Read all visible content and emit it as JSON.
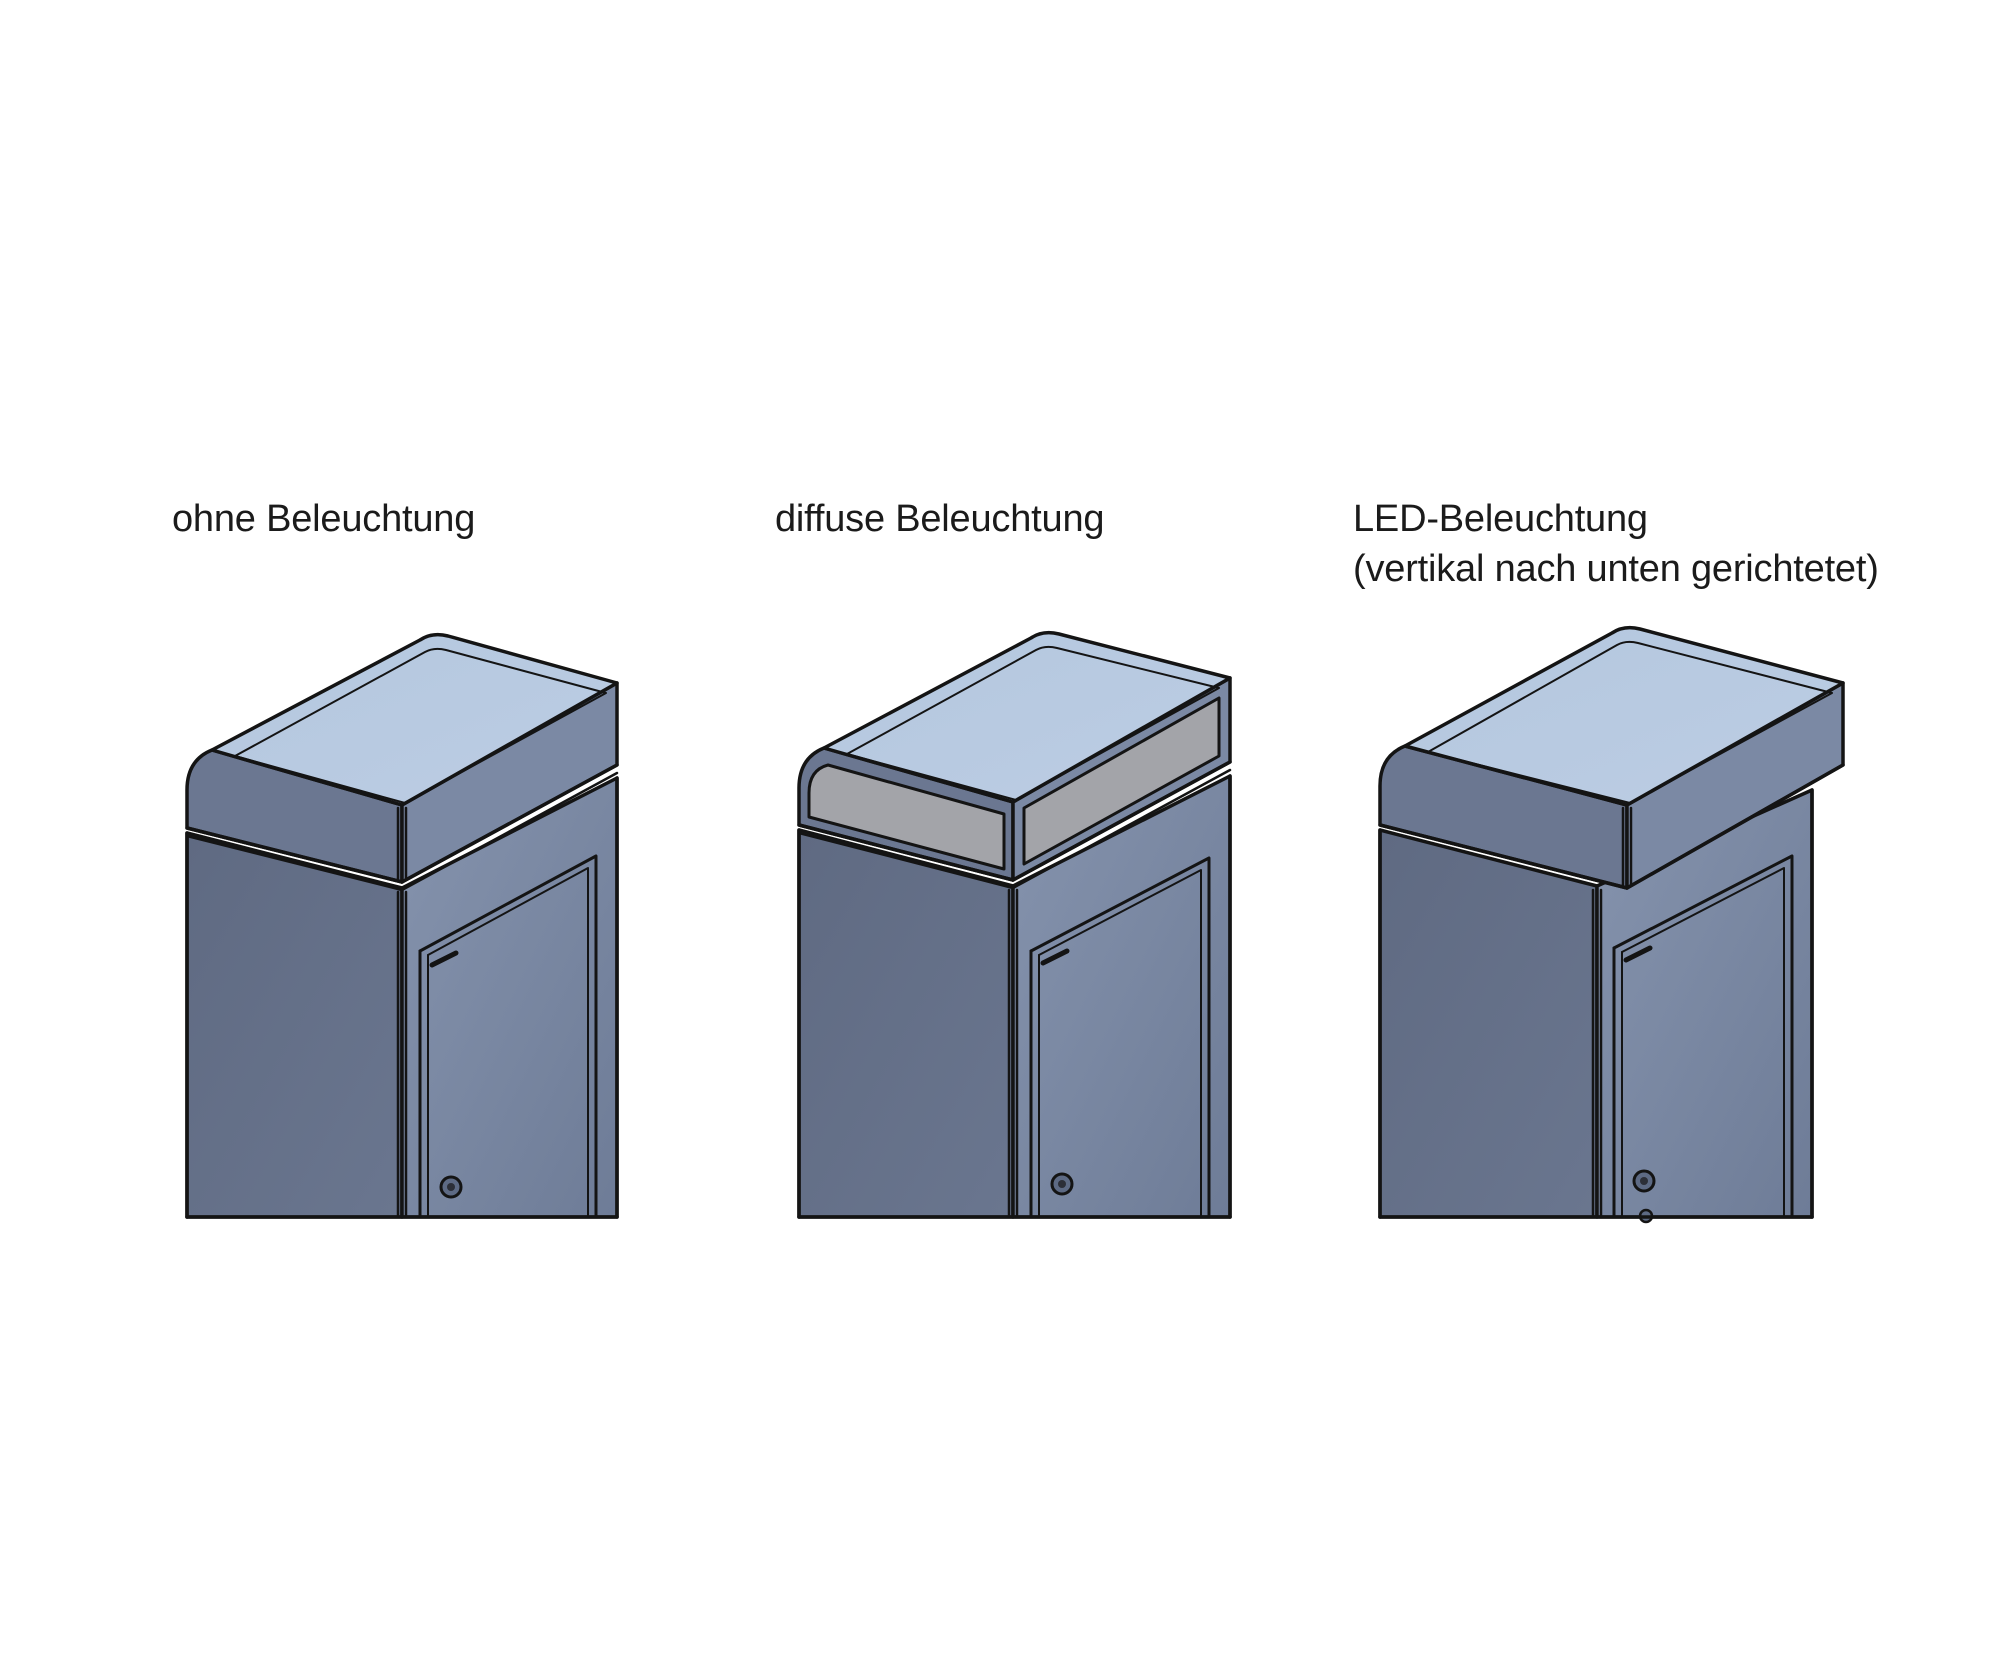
{
  "variants": [
    {
      "label": "ohne Beleuchtung",
      "sublabel": "",
      "lighting": "none"
    },
    {
      "label": "diffuse Beleuchtung",
      "sublabel": "",
      "lighting": "diffuse"
    },
    {
      "label": "LED-Beleuchtung",
      "sublabel": "(vertikal nach unten gerichtetet)",
      "lighting": "led"
    }
  ],
  "colors": {
    "background": "#ffffff",
    "top_face": "#b6c9e1",
    "body_front": "#7a88a2",
    "body_left": "#636e86",
    "cap_front": "#7b89a4",
    "cap_left": "#6a7690",
    "diffuse_panel": "#a3a4a9",
    "outline": "#141414"
  }
}
